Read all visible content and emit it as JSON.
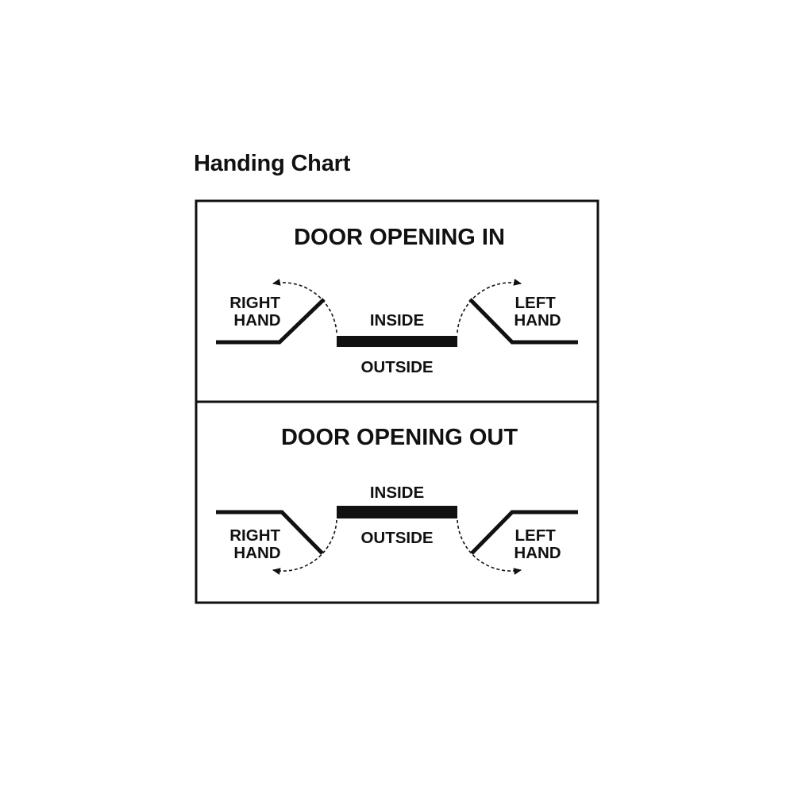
{
  "title": "Handing Chart",
  "panels": [
    {
      "heading_prefix": "DOOR OPENING ",
      "heading_emphasis": "IN",
      "right_hand": [
        "RIGHT",
        "HAND"
      ],
      "left_hand": [
        "LEFT",
        "HAND"
      ],
      "inside": "INSIDE",
      "outside": "OUTSIDE"
    },
    {
      "heading_prefix": "DOOR OPENING ",
      "heading_emphasis": "OUT",
      "right_hand": [
        "RIGHT",
        "HAND"
      ],
      "left_hand": [
        "LEFT",
        "HAND"
      ],
      "inside": "INSIDE",
      "outside": "OUTSIDE"
    }
  ],
  "colors": {
    "ink": "#111111",
    "background": "#ffffff"
  },
  "icons": [
    "door-swing-arrow-icon"
  ]
}
